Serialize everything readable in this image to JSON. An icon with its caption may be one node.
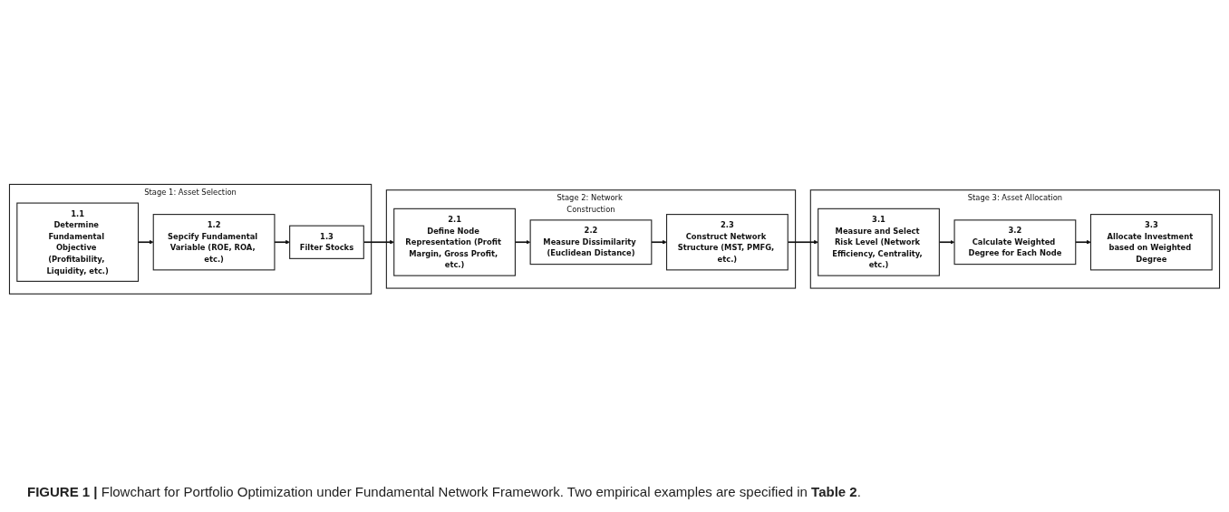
{
  "diagram": {
    "caption": "**FIGURE 1 |** Flowchart for Portfolio Optimization under Fundamental Network Framework. Two empirical examples are specified in **Table 2**.",
    "nodes": [
      {
        "text": [
          "Stage 1: Asset Selection"
        ]
      },
      {
        "text": [
          "1.1",
          "Determine Fundamental Objective (Profitability, Liquidity, etc.)"
        ],
        "in": 0
      },
      {
        "text": [
          "1.2",
          "Sepcify Fundamental Variable (ROE, ROA, etc.)"
        ],
        "in": 0
      },
      {
        "text": [
          "1.3",
          "Filter Stocks"
        ],
        "in": 0
      },
      {
        "text": [
          "Stage 2: Network Construction"
        ]
      },
      {
        "text": [
          "2.1",
          "Define Node Representation (Profit Margin, Gross Profit, etc.)"
        ],
        "in": 4
      },
      {
        "text": [
          "2.2",
          "Measure Dissimilarity (Euclidean Distance)"
        ],
        "in": 4
      },
      {
        "text": [
          "2.3",
          "Construct Network Structure (MST, PMFG, etc.)"
        ],
        "in": 4
      },
      {
        "text": [
          "Stage 3: Asset Allocation"
        ]
      },
      {
        "text": [
          "3.1",
          "Measure and Select Risk Level (Network Efficiency, Centrality, etc.)"
        ],
        "in": 8
      },
      {
        "text": [
          "3.2",
          "Calculate Weighted Degree for Each Node"
        ],
        "in": 8
      },
      {
        "text": [
          "3.3",
          "Allocate Investment based on Weighted Degree"
        ],
        "in": 8
      }
    ],
    "edges": [
      {
        "from": 1,
        "to": 2,
        "arrow": "to"
      },
      {
        "from": 2,
        "to": 3,
        "arrow": "to"
      },
      {
        "from": 3,
        "to": 5,
        "arrow": "to"
      },
      {
        "from": 5,
        "to": 6,
        "arrow": "to"
      },
      {
        "from": 6,
        "to": 7,
        "arrow": "to"
      },
      {
        "from": 7,
        "to": 9,
        "arrow": "to"
      },
      {
        "from": 9,
        "to": 10,
        "arrow": "to"
      },
      {
        "from": 10,
        "to": 11,
        "arrow": "to"
      }
    ]
  }
}
